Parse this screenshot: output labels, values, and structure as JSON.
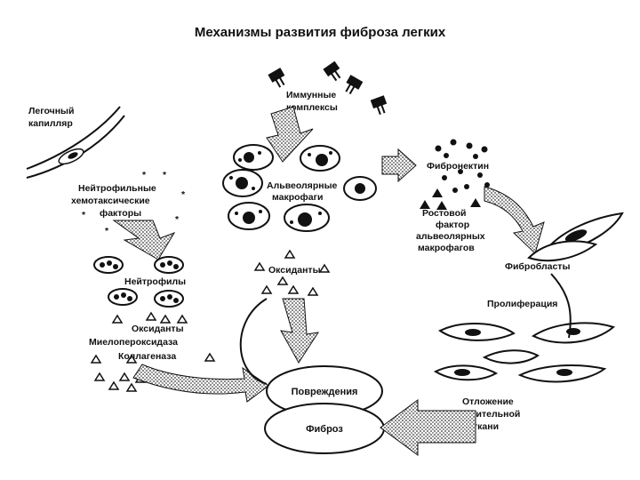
{
  "title": "Механизмы развития фиброза легких",
  "labels": {
    "capillary": [
      "Легочный",
      "капилляр"
    ],
    "immune": [
      "Иммунные",
      "комплексы"
    ],
    "alveolar_macrophages": [
      "Альвеолярные",
      "макрофаги"
    ],
    "fibronectin": "Фибронектин",
    "growth_factor": [
      "Ростовой",
      "фактор",
      "альвеолярных",
      "макрофагов"
    ],
    "chemotactic": [
      "Нейтрофильные",
      "хемотаксические",
      "факторы"
    ],
    "neutrophils": "Нейтрофилы",
    "oxidants_center": "Оксиданты",
    "neutrophil_products": [
      "Оксиданты",
      "Миелопероксидаза",
      "Коллагеназа"
    ],
    "fibroblasts": "Фибробласты",
    "proliferation": "Пролиферация",
    "deposition": [
      "Отложение",
      "соединительной",
      "ткани"
    ],
    "damage": "Повреждения",
    "fibrosis": "Фиброз"
  }
}
